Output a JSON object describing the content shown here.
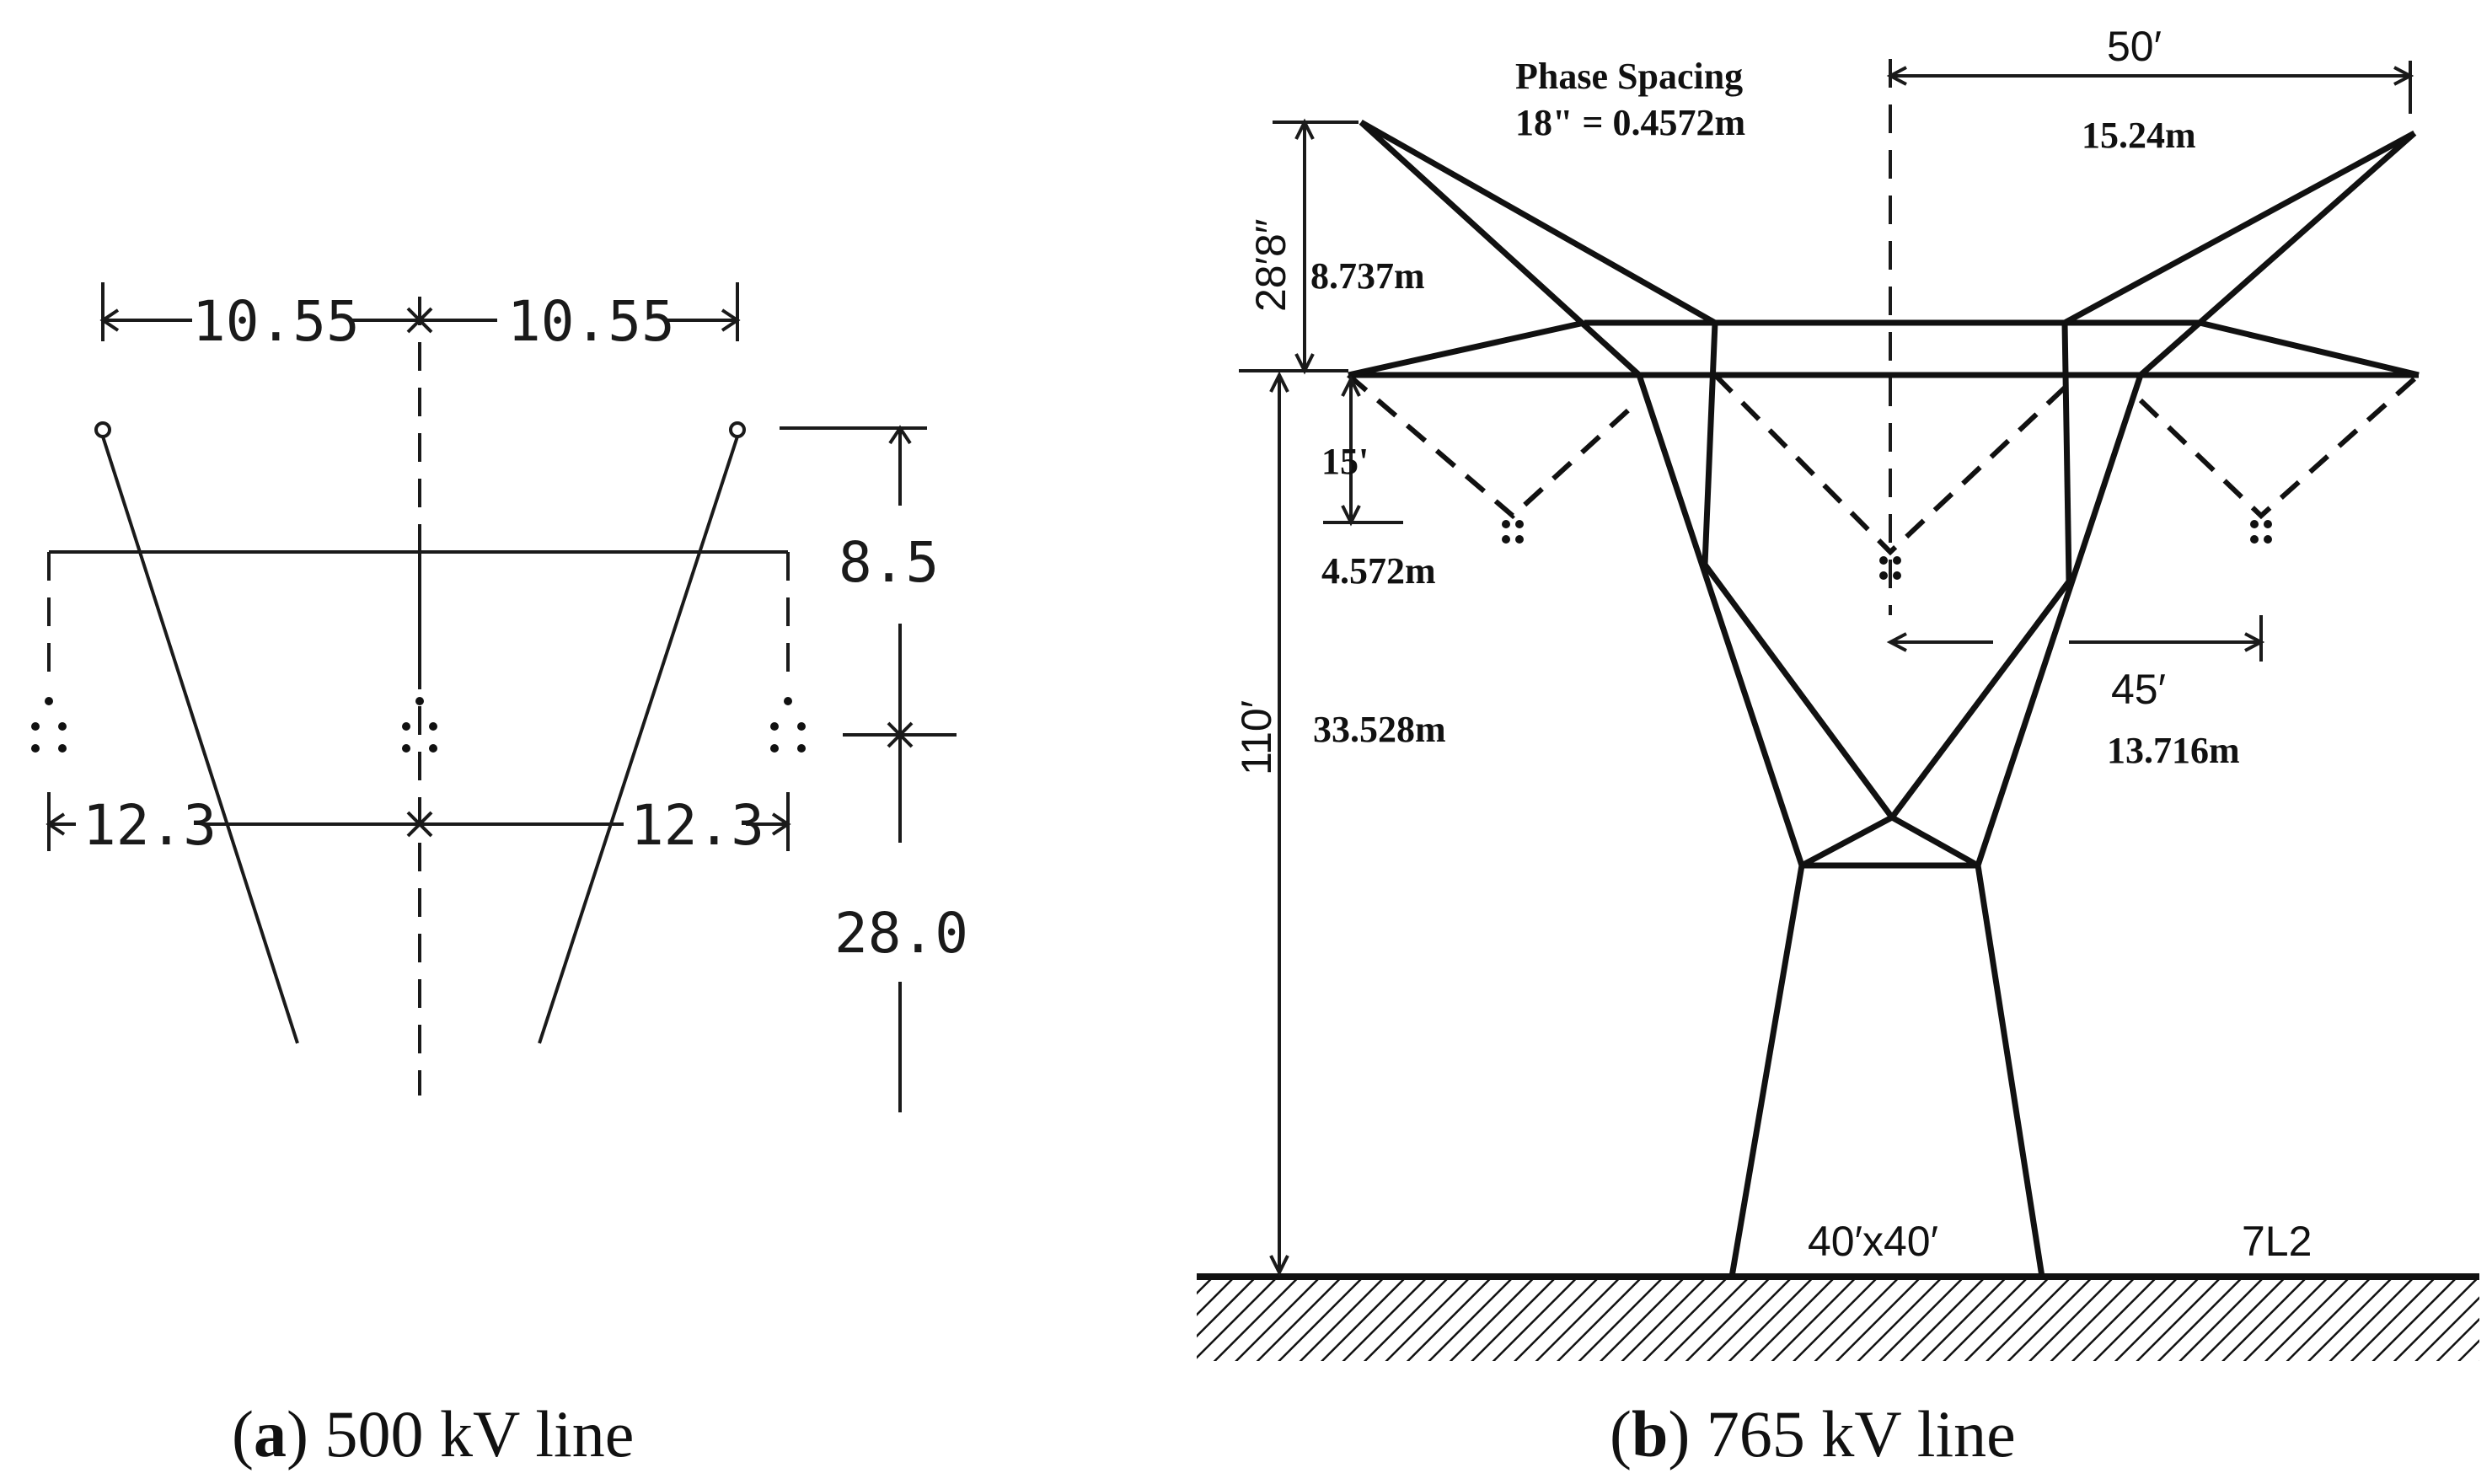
{
  "panel_a": {
    "dims": {
      "top_left": "10.55",
      "top_right": "10.55",
      "mid_left": "12.3",
      "mid_right": "12.3",
      "vert_upper": "8.5",
      "vert_lower": "28.0"
    },
    "caption": {
      "letter": "a",
      "text": ") 500 kV line",
      "open": "("
    }
  },
  "panel_b": {
    "phase_spacing_title": "Phase Spacing",
    "phase_spacing_value": "18\" = 0.4572m",
    "top_ft": "50′",
    "top_m": "15.24m",
    "height_upper_ft": "28′8″",
    "height_upper_m": "8.737m",
    "sag_ft": "15'",
    "sag_m": "4.572m",
    "height_total_ft": "110′",
    "height_total_m": "33.528m",
    "phase_ft": "45′",
    "phase_m": "13.716m",
    "base": "40′x40′",
    "code": "7L2",
    "caption": {
      "letter": "b",
      "text": ") 765 kV line",
      "open": "("
    }
  }
}
